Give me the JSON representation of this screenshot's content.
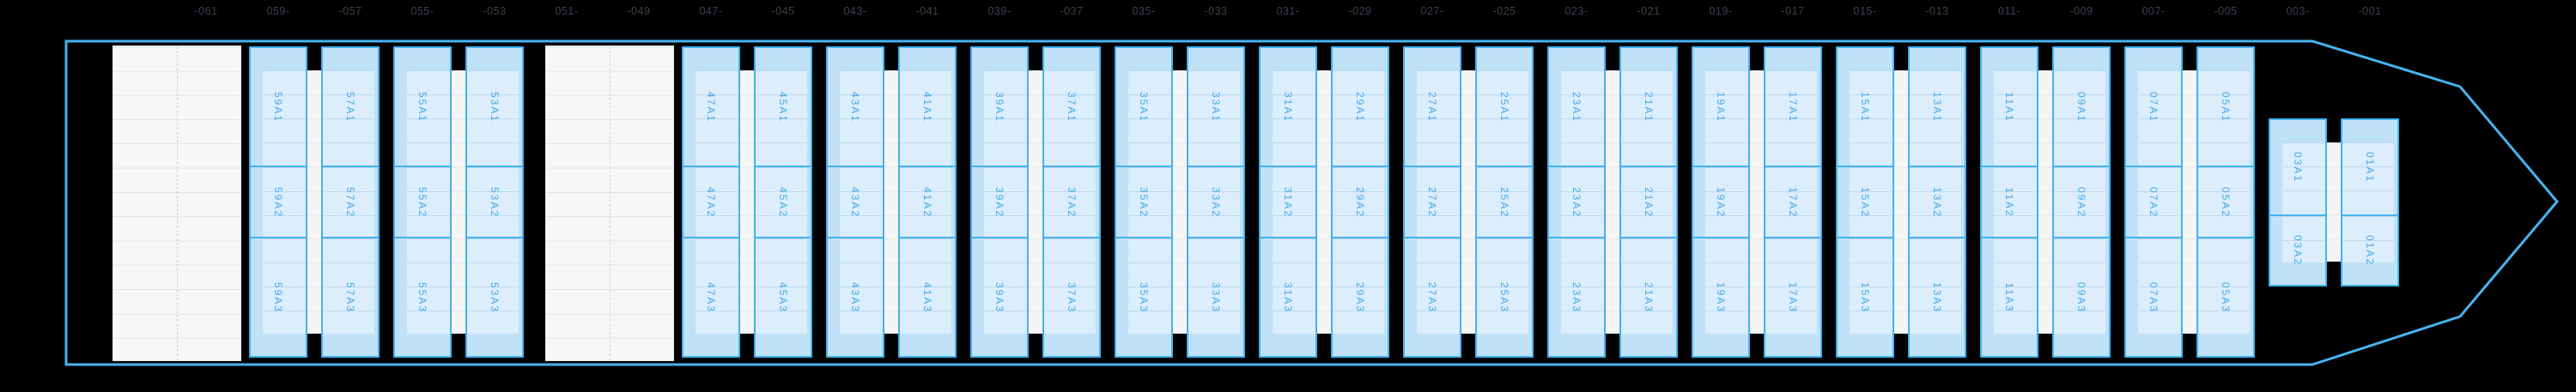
{
  "view": {
    "description": "vessel deck bay plan",
    "colors": {
      "background": "#000000",
      "hull_outline": "#47b3f0",
      "bay_border": "#44b2f0",
      "bay_fill": "#bfe2f8",
      "bay_inner_fill": "#dcedfb",
      "slot_label_text": "#42a9e9",
      "open_bay_fill": "#f7f7f8",
      "open_bay_grid_line": "#e4e4e6",
      "heading_text": "#3b404c"
    }
  },
  "deck_pairs": [
    {
      "type": "open",
      "columns": [
        {
          "label": "",
          "slots": []
        },
        {
          "label": "-061",
          "slots": []
        }
      ]
    },
    {
      "type": "covered",
      "columns": [
        {
          "label": "059-",
          "slots": [
            "59A1",
            "59A2",
            "59A3"
          ]
        },
        {
          "label": "-057",
          "slots": [
            "57A1",
            "57A2",
            "57A3"
          ]
        }
      ]
    },
    {
      "type": "covered",
      "columns": [
        {
          "label": "055-",
          "slots": [
            "55A1",
            "55A2",
            "55A3"
          ]
        },
        {
          "label": "-053",
          "slots": [
            "53A1",
            "53A2",
            "53A3"
          ]
        }
      ]
    },
    {
      "type": "open",
      "columns": [
        {
          "label": "051-",
          "slots": []
        },
        {
          "label": "-049",
          "slots": []
        }
      ]
    },
    {
      "type": "covered",
      "columns": [
        {
          "label": "047-",
          "slots": [
            "47A1",
            "47A2",
            "47A3"
          ]
        },
        {
          "label": "-045",
          "slots": [
            "45A1",
            "45A2",
            "45A3"
          ]
        }
      ]
    },
    {
      "type": "covered",
      "columns": [
        {
          "label": "043-",
          "slots": [
            "43A1",
            "43A2",
            "43A3"
          ]
        },
        {
          "label": "-041",
          "slots": [
            "41A1",
            "41A2",
            "41A3"
          ]
        }
      ]
    },
    {
      "type": "covered",
      "columns": [
        {
          "label": "039-",
          "slots": [
            "39A1",
            "39A2",
            "39A3"
          ]
        },
        {
          "label": "-037",
          "slots": [
            "37A1",
            "37A2",
            "37A3"
          ]
        }
      ]
    },
    {
      "type": "covered",
      "columns": [
        {
          "label": "035-",
          "slots": [
            "35A1",
            "35A2",
            "35A3"
          ]
        },
        {
          "label": "-033",
          "slots": [
            "33A1",
            "33A2",
            "33A3"
          ]
        }
      ]
    },
    {
      "type": "covered",
      "columns": [
        {
          "label": "031-",
          "slots": [
            "31A1",
            "31A2",
            "31A3"
          ]
        },
        {
          "label": "-029",
          "slots": [
            "29A1",
            "29A2",
            "29A3"
          ]
        }
      ]
    },
    {
      "type": "covered",
      "columns": [
        {
          "label": "027-",
          "slots": [
            "27A1",
            "27A2",
            "27A3"
          ]
        },
        {
          "label": "-025",
          "slots": [
            "25A1",
            "25A2",
            "25A3"
          ]
        }
      ]
    },
    {
      "type": "covered",
      "columns": [
        {
          "label": "023-",
          "slots": [
            "23A1",
            "23A2",
            "23A3"
          ]
        },
        {
          "label": "-021",
          "slots": [
            "21A1",
            "21A2",
            "21A3"
          ]
        }
      ]
    },
    {
      "type": "covered",
      "columns": [
        {
          "label": "019-",
          "slots": [
            "19A1",
            "19A2",
            "19A3"
          ]
        },
        {
          "label": "-017",
          "slots": [
            "17A1",
            "17A2",
            "17A3"
          ]
        }
      ]
    },
    {
      "type": "covered",
      "columns": [
        {
          "label": "015-",
          "slots": [
            "15A1",
            "15A2",
            "15A3"
          ]
        },
        {
          "label": "-013",
          "slots": [
            "13A1",
            "13A2",
            "13A3"
          ]
        }
      ]
    },
    {
      "type": "covered",
      "columns": [
        {
          "label": "011-",
          "slots": [
            "11A1",
            "11A2",
            "11A3"
          ]
        },
        {
          "label": "-009",
          "slots": [
            "09A1",
            "09A2",
            "09A3"
          ]
        }
      ]
    },
    {
      "type": "covered",
      "columns": [
        {
          "label": "007-",
          "slots": [
            "07A1",
            "07A2",
            "07A3"
          ]
        },
        {
          "label": "-005",
          "slots": [
            "05A1",
            "05A2",
            "05A3"
          ]
        }
      ]
    },
    {
      "type": "covered-short",
      "columns": [
        {
          "label": "003-",
          "slots": [
            "03A1",
            "03A2"
          ]
        },
        {
          "label": "-001",
          "slots": [
            "01A1",
            "01A2"
          ]
        }
      ]
    }
  ]
}
